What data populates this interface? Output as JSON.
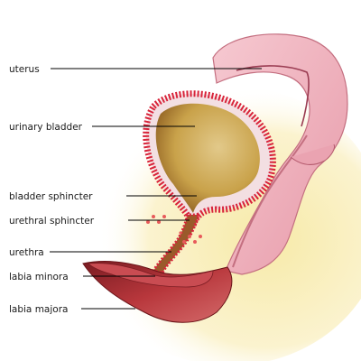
{
  "diagram": {
    "labels": {
      "uterus": "uterus",
      "urinary_bladder": "urinary bladder",
      "bladder_sphincter": "bladder sphincter",
      "urethral_sphincter": "urethral sphincter",
      "urethra": "urethra",
      "labia_minora": "labia minora",
      "labia_majora": "labia majora"
    },
    "colors": {
      "background_glow": "#f7eaa8",
      "uterus_pink": "#f2b7c2",
      "bladder_wall_red": "#d8243a",
      "bladder_interior": "#c9a24a",
      "labia_dark": "#a02a30"
    }
  }
}
